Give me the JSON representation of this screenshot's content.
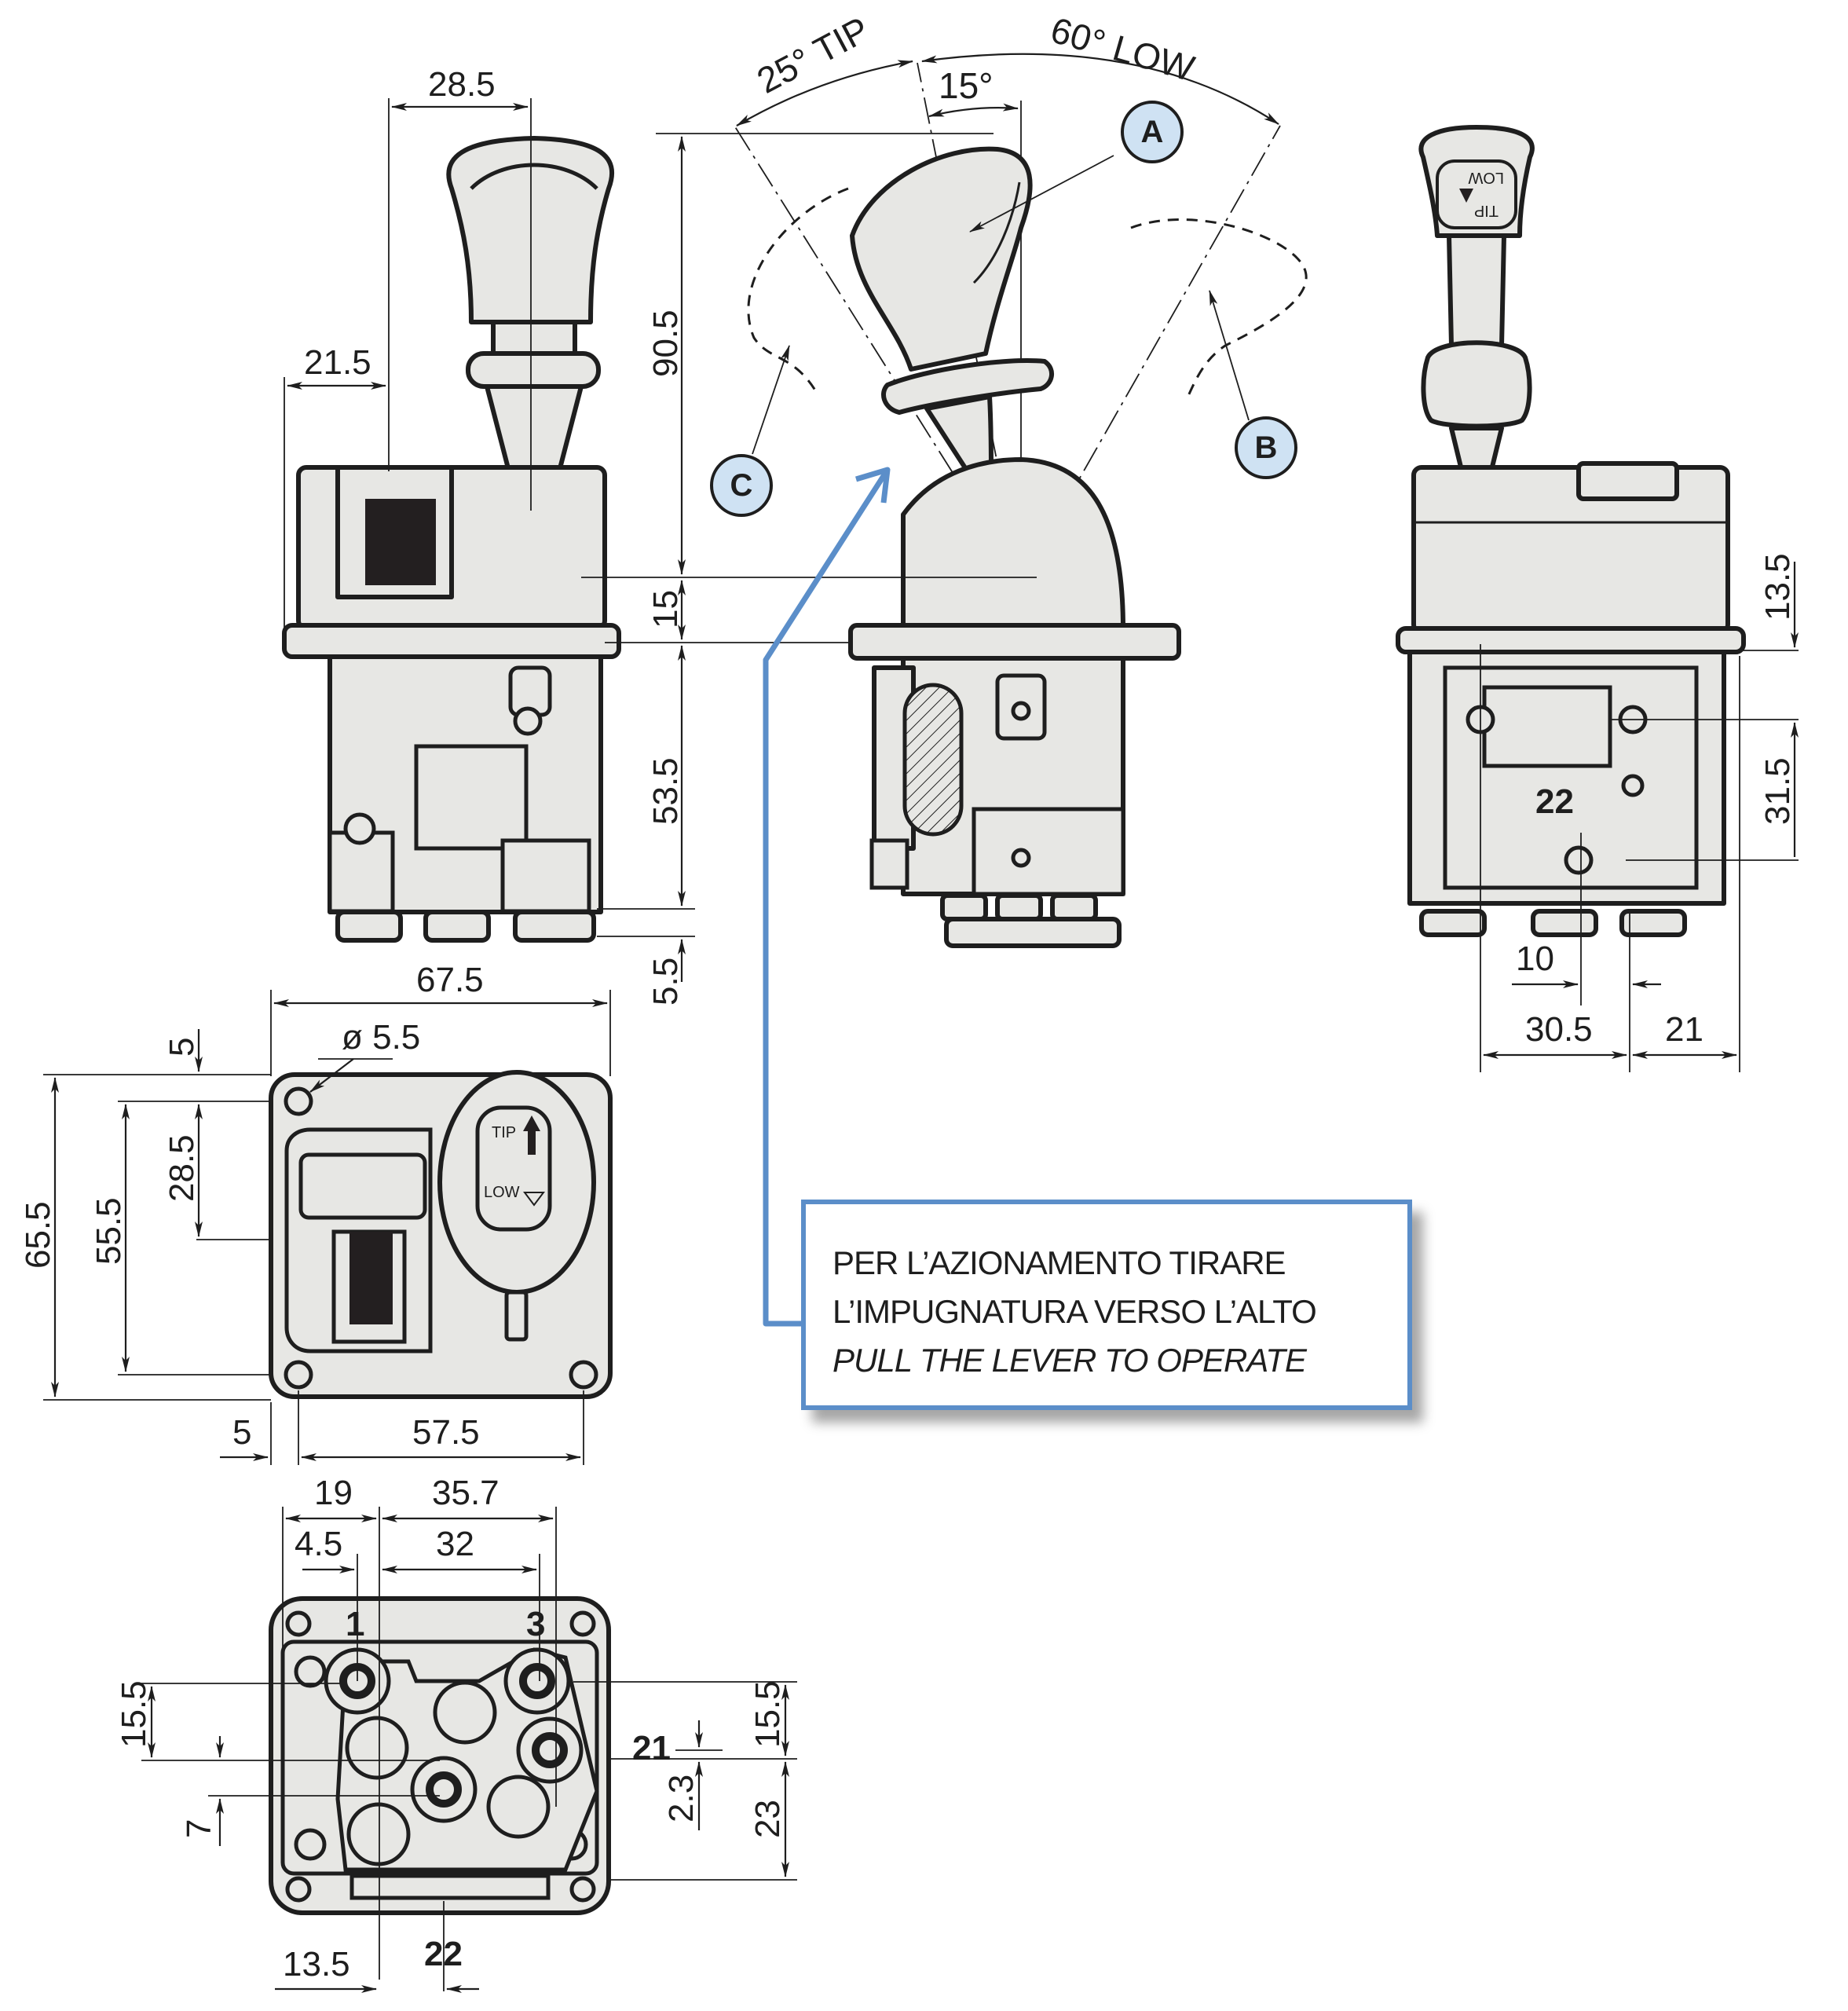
{
  "figure": {
    "title": "Pneumatic tipper control valve – dimensional drawing",
    "colors": {
      "part_fill": "#e7e7e4",
      "outline": "#1e1e1e",
      "callout_fill": "#cfe2f3",
      "accent_blue": "#5b8ec9"
    }
  },
  "angles": {
    "tip": "25° TIP",
    "low": "60° LOW",
    "neutral": "15°"
  },
  "callouts": {
    "a": "A",
    "b": "B",
    "c": "C"
  },
  "note": {
    "line1": "PER L’AZIONAMENTO TIRARE",
    "line2": "L’IMPUGNATURA VERSO L’ALTO",
    "line3": "PULL THE LEVER TO OPERATE"
  },
  "side_view": {
    "knob_offset": "28.5",
    "body_offset": "21.5"
  },
  "center_view": {
    "lever_height": "90.5",
    "flange_height": "15",
    "body_height": "53.5",
    "port_height": "5.5"
  },
  "rear_view": {
    "knob_label_low": "LOW",
    "knob_label_tip": "TIP",
    "top_offset": "13.5",
    "hole_spacing": "31.5",
    "port_label": "22",
    "port_pitch": "10",
    "port_span": "30.5",
    "edge_offset": "21"
  },
  "top_view": {
    "width": "67.5",
    "hole_diameter": "ø 5.5",
    "top_margin": "5",
    "slot_depth": "28.5",
    "hole_spacing_v": "55.5",
    "height": "65.5",
    "left_margin": "5",
    "hole_spacing_h": "57.5",
    "label_tip": "TIP",
    "label_low": "LOW"
  },
  "bottom_view": {
    "port_offset_19": "19",
    "port_offset_35_7": "35.7",
    "port_offset_4_5": "4.5",
    "port_pitch_32": "32",
    "port_1": "1",
    "port_3": "3",
    "port_21": "21",
    "port_22": "22",
    "left_15_5": "15.5",
    "left_7": "7",
    "right_15_5": "15.5",
    "right_2_3": "2.3",
    "right_23": "23",
    "bottom_13_5": "13.5"
  }
}
